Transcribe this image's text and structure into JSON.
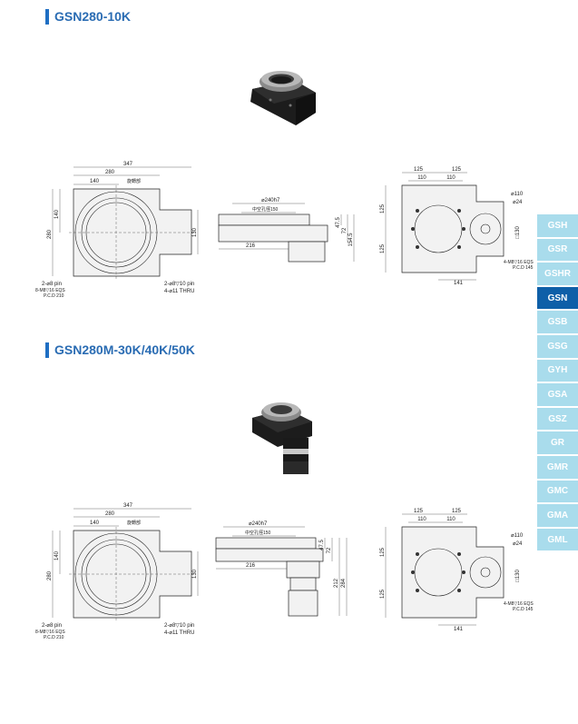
{
  "section1": {
    "title": "GSN280-10K",
    "top_view": {
      "w_total": "347",
      "w_body": "280",
      "w_left": "140",
      "center_label": "旋轉部",
      "h_left": "140",
      "h_body": "280",
      "h_right": "130",
      "pin_left": "2-⌀8 pin",
      "tap": "8-M8▽16 EQS",
      "pcd": "P.C.D 210",
      "pin_right": "2-⌀8▽10 pin",
      "thru": "4-⌀11 THRU"
    },
    "side_view": {
      "dia": "⌀240h7",
      "bore": "中空孔徑150",
      "h1": "47.5",
      "h2": "72",
      "h3": "154.5",
      "w": "216"
    },
    "bottom_view": {
      "w1": "125",
      "w2": "125",
      "w3": "110",
      "w4": "110",
      "d1": "⌀110",
      "d2": "⌀24",
      "sq": "□130",
      "h1": "125",
      "h2": "125",
      "tap": "4-M8▽16 EQS",
      "pcd": "P.C.D 145",
      "w5": "141"
    }
  },
  "section2": {
    "title": "GSN280M-30K/40K/50K",
    "top_view": {
      "w_total": "347",
      "w_body": "280",
      "w_left": "140",
      "center_label": "旋轉部",
      "h_left": "140",
      "h_body": "280",
      "h_right": "130",
      "pin_left": "2-⌀8 pin",
      "tap": "8-M8▽16 EQS",
      "pcd": "P.C.D 210",
      "pin_right": "2-⌀8▽10 pin",
      "thru": "4-⌀11 THRU"
    },
    "side_view": {
      "dia": "⌀240h7",
      "bore": "中空孔徑150",
      "h1": "47.5",
      "h2": "72",
      "h3": "212",
      "h4": "284",
      "w": "216"
    },
    "bottom_view": {
      "w1": "125",
      "w2": "125",
      "w3": "110",
      "w4": "110",
      "d1": "⌀110",
      "d2": "⌀24",
      "sq": "□130",
      "h1": "125",
      "h2": "125",
      "tap": "4-M8▽16 EQS",
      "pcd": "P.C.D 145",
      "w5": "141"
    }
  },
  "sidebar": {
    "items": [
      "GSH",
      "GSR",
      "GSHR",
      "GSN",
      "GSB",
      "GSG",
      "GYH",
      "GSA",
      "GSZ",
      "GR",
      "GMR",
      "GMC",
      "GMA",
      "GML"
    ],
    "active_index": 3,
    "colors": {
      "active": "#0e5fa8",
      "inactive": "#a9dcec"
    }
  }
}
